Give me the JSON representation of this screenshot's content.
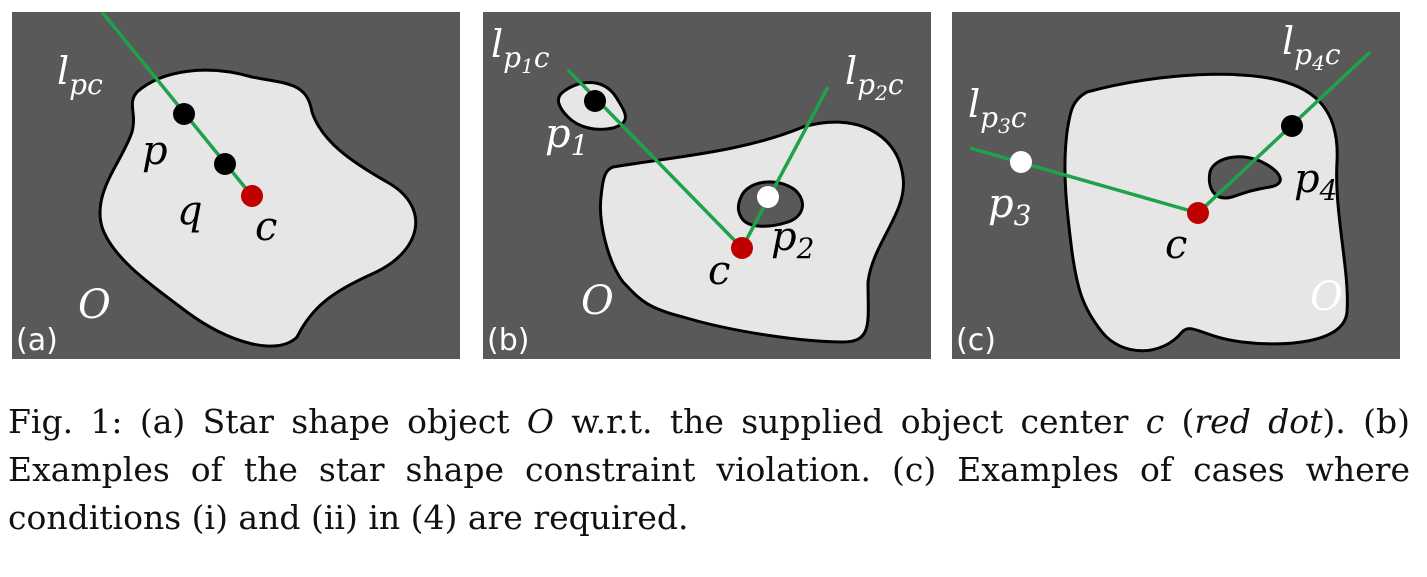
{
  "colors": {
    "background_panel": "#595959",
    "object_fill": "#e6e6e6",
    "ray_green": "#1ea24a",
    "center_red": "#c00000",
    "point_black": "#000000",
    "point_white": "#ffffff"
  },
  "panels": [
    {
      "tag": "(a)",
      "object_label": "O",
      "ray_label": {
        "base": "l",
        "sub": "pc"
      },
      "points": {
        "p": "p",
        "q": "q",
        "c": "c"
      }
    },
    {
      "tag": "(b)",
      "object_label": "O",
      "ray1_label": {
        "base": "l",
        "sub1": "p",
        "subsub": "1",
        "sub2": "c"
      },
      "ray2_label": {
        "base": "l",
        "sub1": "p",
        "subsub": "2",
        "sub2": "c"
      },
      "points": {
        "p1_base": "p",
        "p1_sub": "1",
        "p2_base": "p",
        "p2_sub": "2",
        "c": "c"
      }
    },
    {
      "tag": "(c)",
      "object_label": "O",
      "ray3_label": {
        "base": "l",
        "sub1": "p",
        "subsub": "3",
        "sub2": "c"
      },
      "ray4_label": {
        "base": "l",
        "sub1": "p",
        "subsub": "4",
        "sub2": "c"
      },
      "points": {
        "p3_base": "p",
        "p3_sub": "3",
        "p4_base": "p",
        "p4_sub": "4",
        "c": "c"
      }
    }
  ],
  "caption": {
    "fig": "Fig. 1:",
    "part1": "(a) Star shape object",
    "O": "O",
    "part2": "w.r.t. the supplied object center",
    "c": "c",
    "paren_open": "(",
    "red_dot": "red dot",
    "part3": "). (b) Examples of the star shape constraint violation. (c) Examples of cases where conditions (i) and (ii) in (4) are required."
  }
}
